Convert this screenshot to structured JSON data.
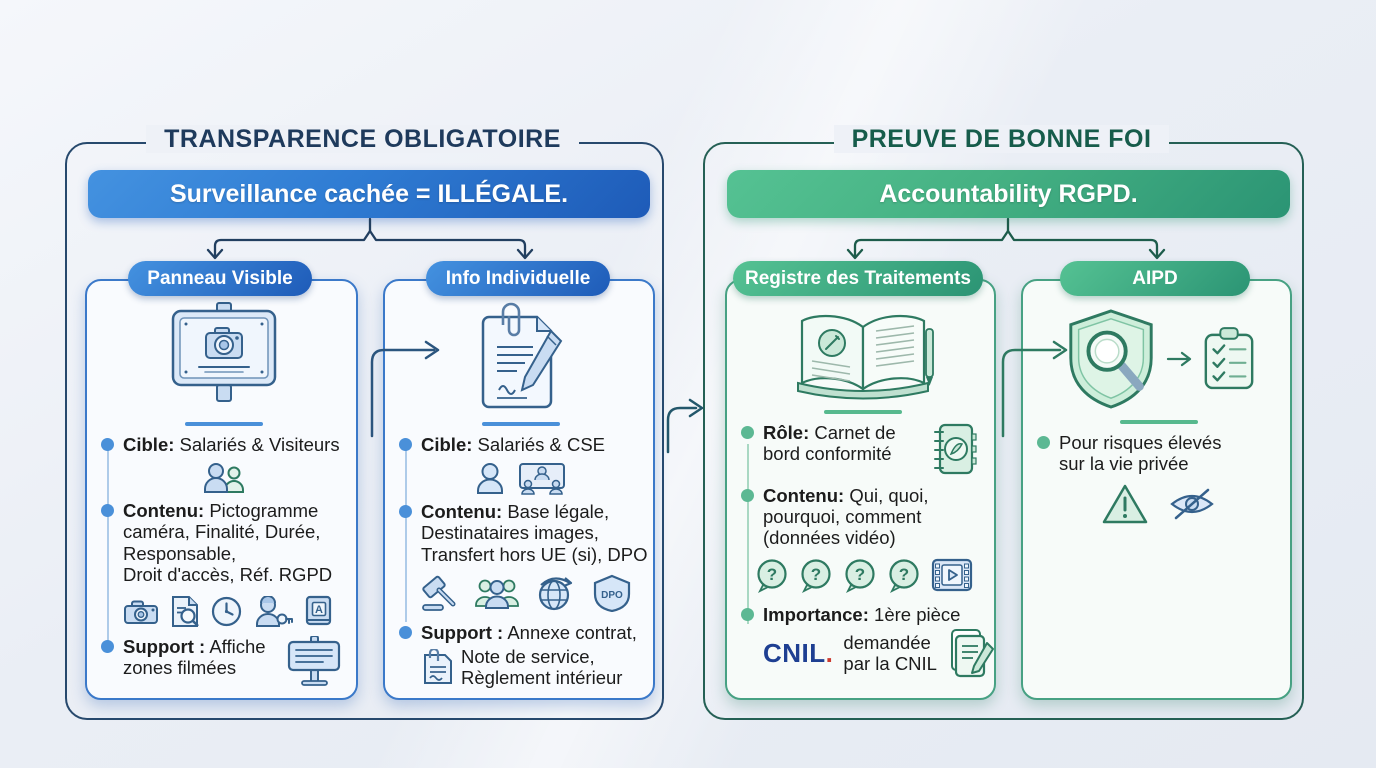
{
  "left": {
    "title": "TRANSPARENCE OBLIGATOIRE",
    "banner": "Surveillance cachée = ILLÉGALE.",
    "card_panneau": {
      "pill": "Panneau Visible",
      "b1_label": "Cible:",
      "b1_text": " Salariés & Visiteurs",
      "b2_label": "Contenu:",
      "b2_text": " Pictogramme\ncaméra, Finalité, Durée,\nResponsable,\nDroit d'accès, Réf. RGPD",
      "b3_label": "Support :",
      "b3_text": " Affiche\nzones filmées",
      "book_letter": "A",
      "icon_names": [
        "sign-with-camera-icon",
        "employees-pair-icon",
        "camera-icon",
        "document-search-icon",
        "clock-icon",
        "person-key-icon",
        "rgpd-book-icon",
        "easel-sign-icon"
      ]
    },
    "card_info": {
      "pill": "Info Individuelle",
      "b1_label": "Cible:",
      "b1_text": " Salariés & CSE",
      "b2_label": "Contenu:",
      "b2_text": " Base légale,\nDestinataires images,\nTransfert hors UE (si), DPO",
      "b3_label": "Support :",
      "b3_text": " Annexe contrat,",
      "b3_text2": "Note de service,\nRèglement intérieur",
      "dpo_label": "DPO",
      "icon_names": [
        "signed-document-icon",
        "person-icon",
        "cse-meeting-icon",
        "gavel-icon",
        "people-group-icon",
        "globe-transfer-icon",
        "dpo-shield-icon",
        "document-clip-icon"
      ]
    }
  },
  "right": {
    "title": "PREUVE DE BONNE FOI",
    "banner": "Accountability RGPD.",
    "card_registre": {
      "pill": "Registre des Traitements",
      "b1_label": "Rôle:",
      "b1_text": " Carnet de\nbord conformité",
      "b2_label": "Contenu:",
      "b2_text": " Qui, quoi,\npourquoi, comment\n(données vidéo)",
      "b3_label": "Importance:",
      "b3_text": " 1ère pièce",
      "b3_text2": "demandée\npar la CNIL",
      "cnil_text": "CNIL",
      "cnil_dot": ".",
      "question_mark": "?",
      "icon_names": [
        "open-register-book-icon",
        "notebook-icon",
        "question-bubble-icon",
        "video-film-icon",
        "cnil-logo",
        "document-pen-icon"
      ]
    },
    "card_aipd": {
      "pill": "AIPD",
      "b1_text": "Pour risques élevés\nsur la vie privée",
      "icon_names": [
        "shield-magnifier-icon",
        "checklist-clipboard-icon",
        "warning-triangle-icon",
        "eye-privacy-icon"
      ]
    }
  },
  "colors": {
    "blue_accent": "#2f7cd3",
    "blue_dark": "#1e5bb8",
    "navy_border": "#27496d",
    "green_accent": "#45b183",
    "green_dark": "#2b9474",
    "teal_border": "#256055",
    "text": "#1c1c1c",
    "cnil_blue": "#1e3f92",
    "cnil_red": "#cc3a2f"
  }
}
